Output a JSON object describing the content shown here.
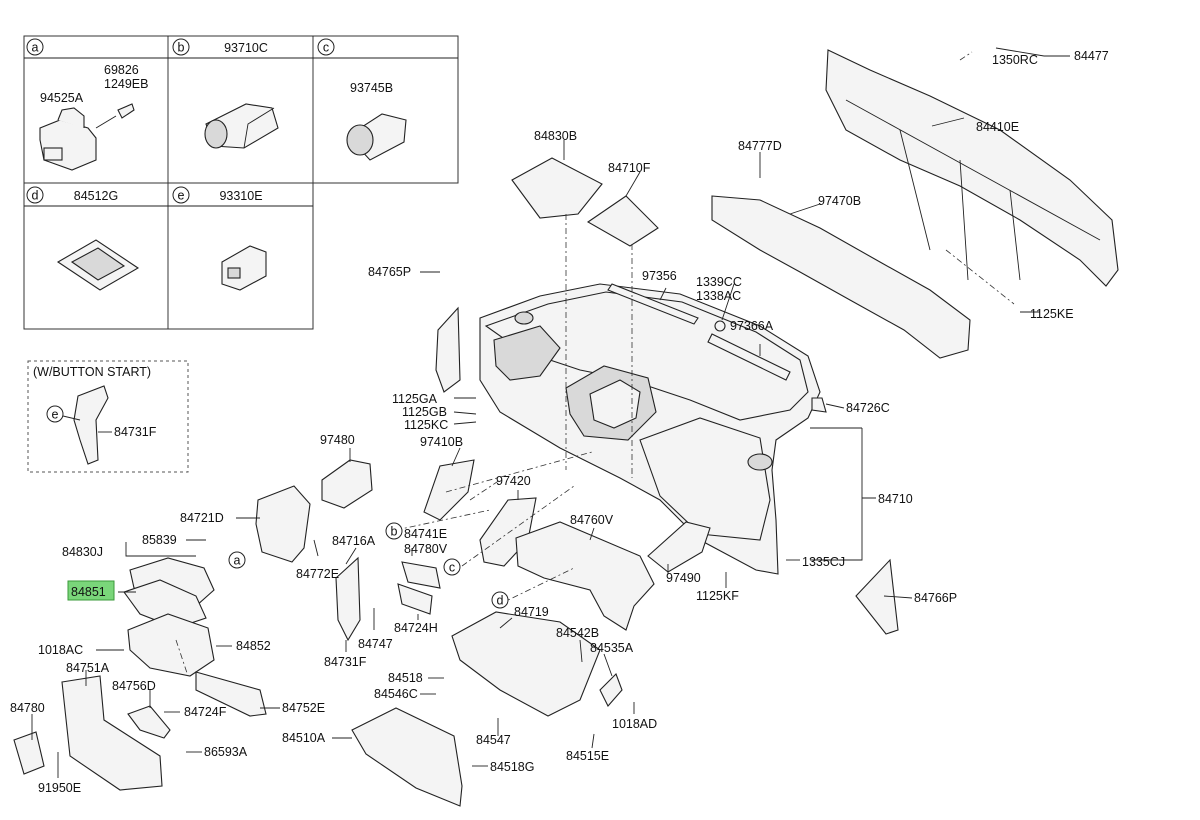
{
  "reference_table": {
    "cells": [
      {
        "tag": "a",
        "header": "",
        "labels": [
          "94525A",
          "69826",
          "1249EB"
        ]
      },
      {
        "tag": "b",
        "header": "93710C",
        "labels": []
      },
      {
        "tag": "c",
        "header": "",
        "labels": [
          "93745B"
        ]
      },
      {
        "tag": "d",
        "header": "84512G",
        "labels": []
      },
      {
        "tag": "e",
        "header": "93310E",
        "labels": []
      }
    ]
  },
  "button_start_box": {
    "caption": "(W/BUTTON START)",
    "tag": "e",
    "part": "84731F"
  },
  "markers": [
    "a",
    "b",
    "c",
    "d"
  ],
  "highlighted_part": "84851",
  "callouts": [
    "84830B",
    "84710F",
    "84777D",
    "97470B",
    "84410E",
    "84477",
    "1350RC",
    "1125KE",
    "97356",
    "1339CC",
    "1338AC",
    "97366A",
    "84765P",
    "84726C",
    "84710",
    "1335CJ",
    "84766P",
    "1125GA",
    "1125GB",
    "1125KC",
    "97480",
    "97410B",
    "97420",
    "84760V",
    "97490",
    "1125KF",
    "84721D",
    "85839",
    "84830J",
    "84851",
    "84772E",
    "84716A",
    "84741E",
    "84780V",
    "84724H",
    "84747",
    "84731F",
    "84852",
    "1018AC",
    "84751A",
    "84756D",
    "84724F",
    "84752E",
    "84780",
    "86593A",
    "91950E",
    "84719",
    "84542B",
    "84535A",
    "84518",
    "84546C",
    "1018AD",
    "84547",
    "84515E",
    "84510A",
    "84518G"
  ]
}
